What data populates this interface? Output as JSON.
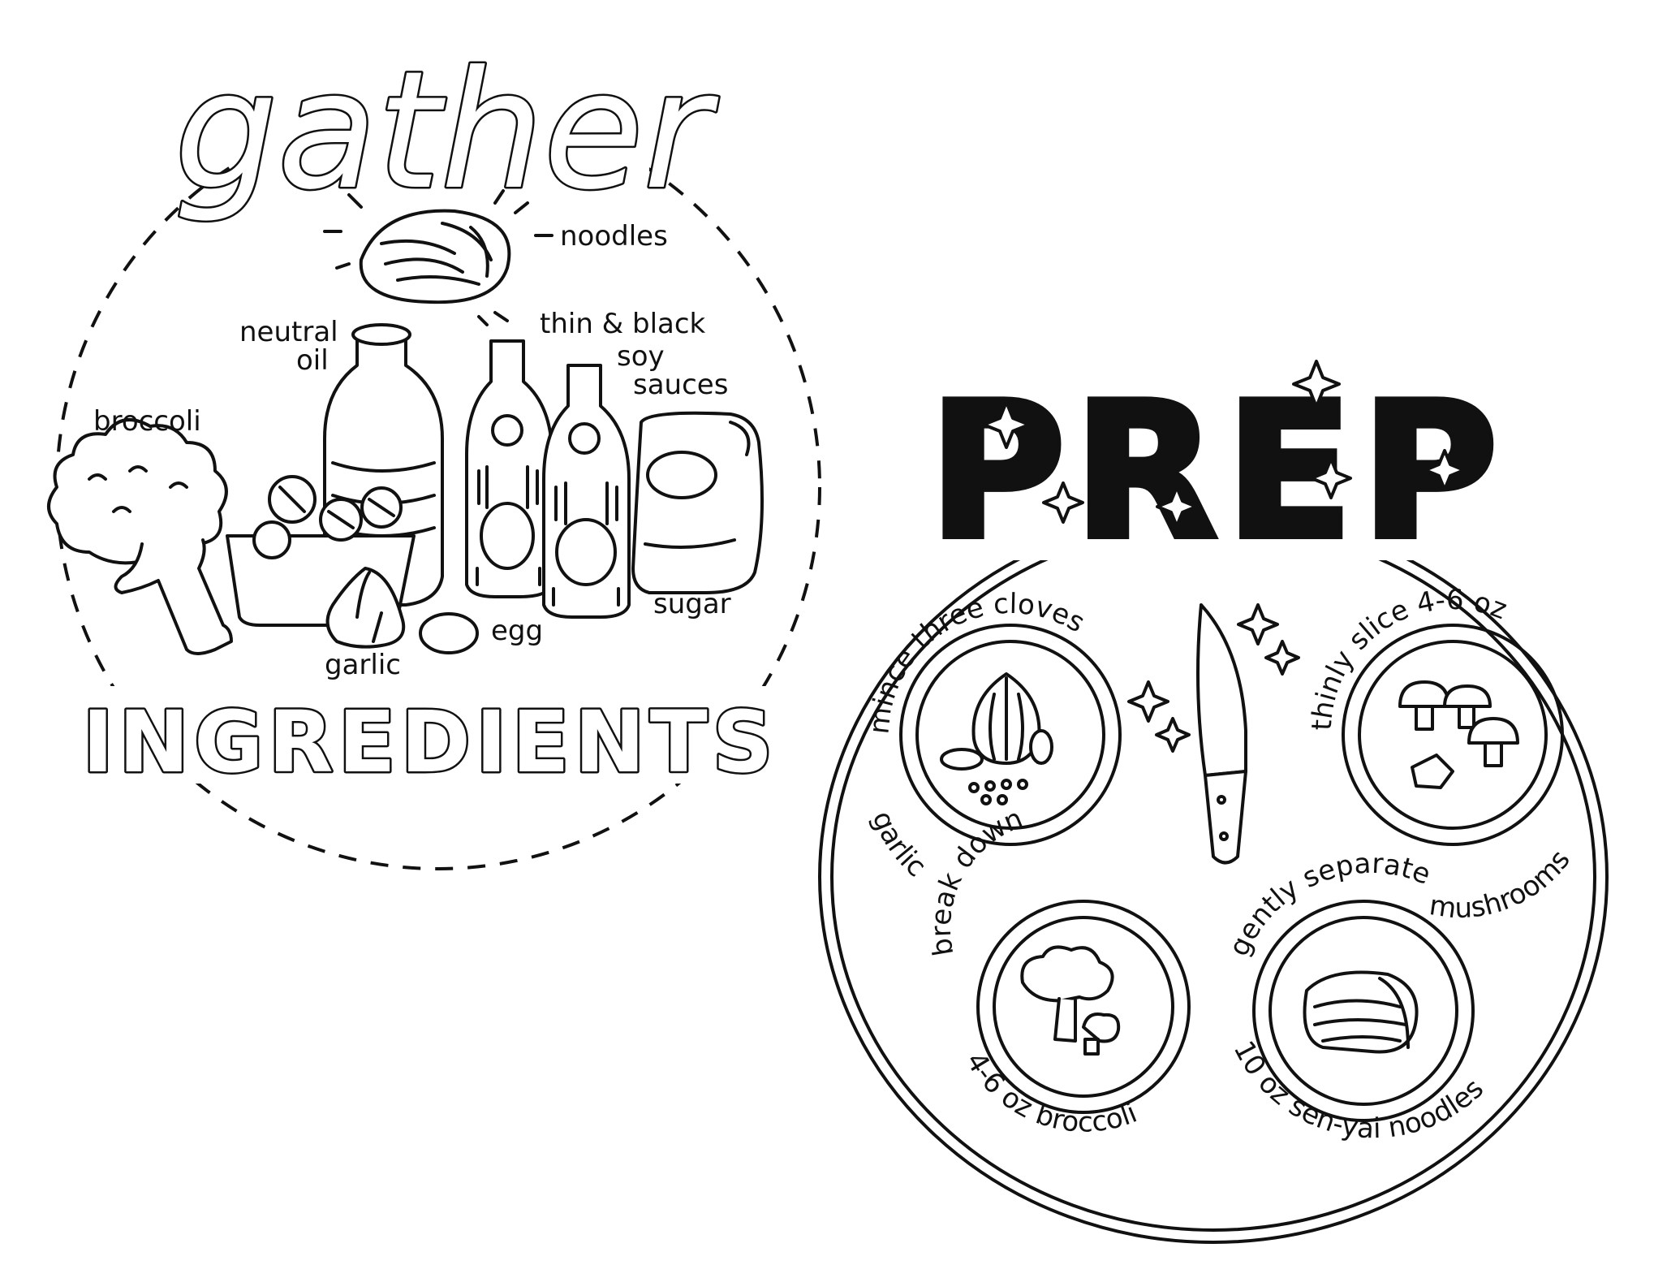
{
  "ingredients": {
    "header_script": "gather",
    "header_block": "INGREDIENTS",
    "items": {
      "noodles": "noodles",
      "neutral_oil_line1": "neutral",
      "neutral_oil_line2": "oil",
      "sauces_line1": "thin & black",
      "sauces_line2": "soy",
      "sauces_line3": "sauces",
      "broccoli": "broccoli",
      "garlic": "garlic",
      "egg": "egg",
      "sugar": "sugar"
    }
  },
  "prep": {
    "title": "PREP",
    "steps": [
      {
        "action": "mince three cloves",
        "item": "garlic"
      },
      {
        "action": "thinly slice 4-6 oz",
        "item": "mushrooms"
      },
      {
        "action": "break down",
        "item": "4-6 oz broccoli"
      },
      {
        "action": "gently separate",
        "item": "10 oz sen-yai noodles"
      }
    ]
  }
}
